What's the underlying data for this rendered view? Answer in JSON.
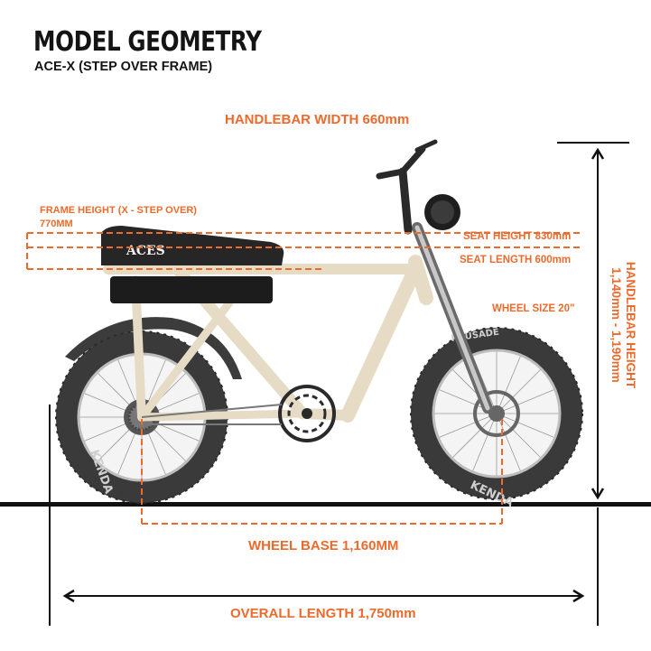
{
  "header": {
    "title": "MODEL GEOMETRY",
    "subtitle": "ACE-X (STEP OVER FRAME)"
  },
  "labels": {
    "handlebar_width": "HANDLEBAR WIDTH 660mm",
    "frame_height_line1": "FRAME HEIGHT (X - STEP OVER)",
    "frame_height_line2": "770MM",
    "seat_height": "SEAT HEIGHT 830mm",
    "seat_length": "SEAT LENGTH 600mm",
    "wheel_size": "WHEEL SIZE 20\"",
    "wheel_base": "WHEEL BASE 1,160MM",
    "overall_length": "OVERALL LENGTH 1,750mm",
    "handlebar_height_line1": "HANDLEBAR HEIGHT",
    "handlebar_height_line2": "1,140mm - 1,190mm"
  },
  "bike_markings": {
    "seat_logo": "ACES",
    "tire_brand": "KENDA",
    "tire_model": "KRUSADE"
  },
  "colors": {
    "accent": "#ec6a2c",
    "title": "#141414",
    "frame": "#e6dcc6",
    "tire": "#3a3a3a",
    "ground": "#111111"
  }
}
